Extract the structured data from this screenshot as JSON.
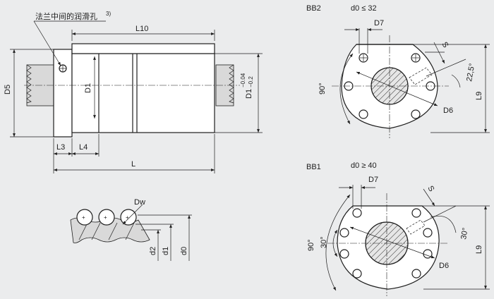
{
  "labels": {
    "note": "法兰中间的润滑孔",
    "note_sup": "3)",
    "bb2": "BB2",
    "bb1": "BB1",
    "L10": "L10",
    "D5": "D5",
    "D1": "D1",
    "D1tol": "D1",
    "tol_upper": "−0.04",
    "tol_lower": "−0.2",
    "L3": "L3",
    "L4": "L4",
    "L": "L",
    "Dw": "Dw",
    "d2": "d2",
    "d1": "d1",
    "d0": "d0",
    "d0_bb2": "d0 ≤ 32",
    "d0_bb1": "d0 ≥ 40",
    "D7": "D7",
    "D6": "D6",
    "S": "S",
    "L9": "L9",
    "a90": "90°",
    "a225": "22,5°",
    "a30": "30°"
  }
}
